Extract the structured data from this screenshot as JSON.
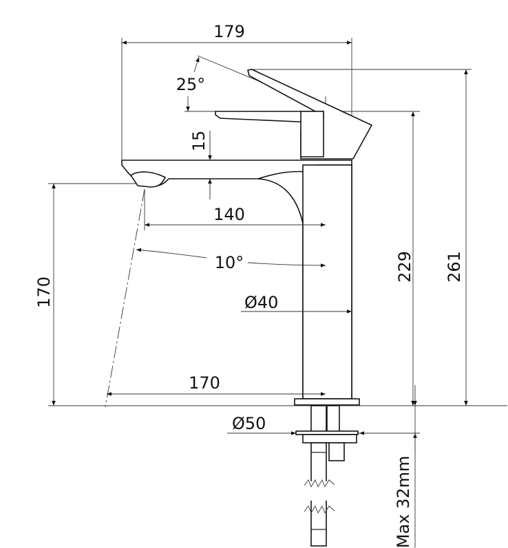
{
  "drawing": {
    "title": "Basin mixer side elevation",
    "dimensions": {
      "overall_width": "179",
      "lever_angle": "25°",
      "spout_thickness": "15",
      "spout_reach": "140",
      "spout_angle": "10°",
      "body_diameter": "Ø40",
      "outlet_height": "170",
      "flow_reach": "170",
      "base_diameter": "Ø50",
      "body_height": "229",
      "overall_height": "261",
      "max_bench_thickness": "Max 32mm"
    }
  }
}
